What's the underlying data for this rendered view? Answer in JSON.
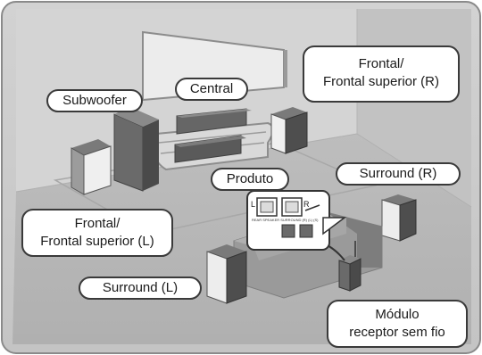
{
  "labels": {
    "subwoofer": "Subwoofer",
    "central": "Central",
    "front_right": {
      "line1": "Frontal/",
      "line2": "Frontal superior (R)"
    },
    "produto": "Produto",
    "surround_right": "Surround (R)",
    "front_left": {
      "line1": "Frontal/",
      "line2": "Frontal superior (L)"
    },
    "surround_left": "Surround (L)",
    "wireless_module": {
      "line1": "Módulo",
      "line2": "receptor sem fio"
    }
  },
  "receiver_panel": {
    "jack_left": "L",
    "jack_right": "R",
    "caption": "REAR SPEAKER  SURROUND (R) (L) (S)"
  },
  "colors": {
    "room_background": "#c9c9c9",
    "frame": "#8a8a8a",
    "label_border": "#3a3a3a"
  }
}
